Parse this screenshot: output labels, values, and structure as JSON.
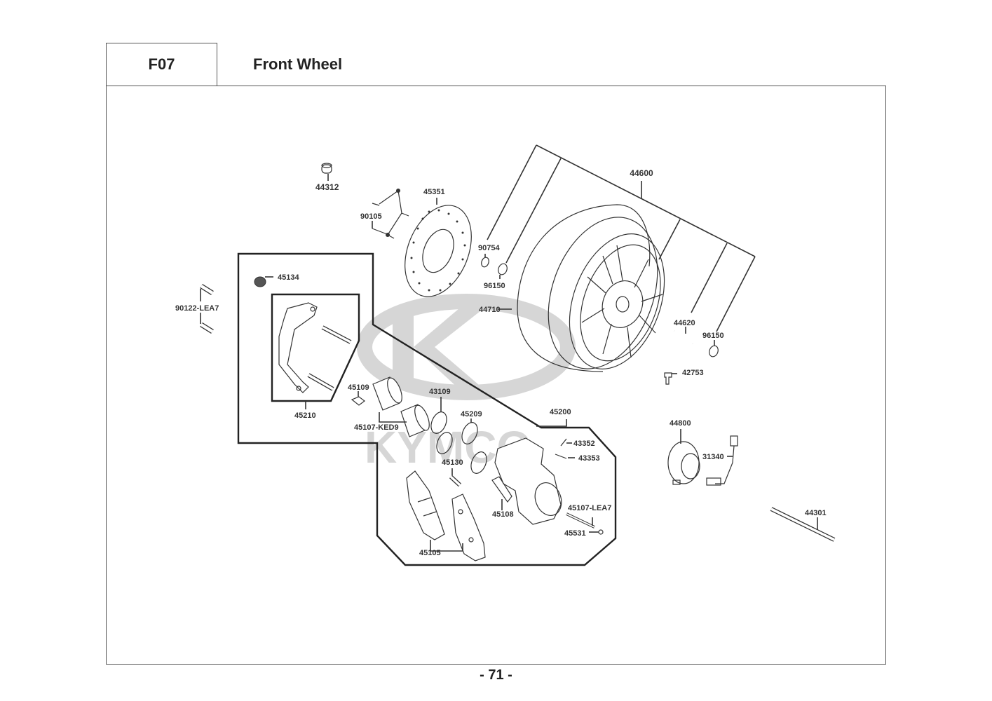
{
  "header": {
    "section_code": "F07",
    "title": "Front Wheel"
  },
  "watermark": {
    "brand_text": "KYMCO",
    "color": "#d6d6d6"
  },
  "parts": {
    "p44312": "44312",
    "p90105": "90105",
    "p45351": "45351",
    "p44600": "44600",
    "p90754": "90754",
    "p96150_a": "96150",
    "p44710": "44710",
    "p44620": "44620",
    "p96150_b": "96150",
    "p42753": "42753",
    "p90122": "90122-LEA7",
    "p45134": "45134",
    "p45210": "45210",
    "p45109": "45109",
    "p45107_ked9": "45107-KED9",
    "p43109": "43109",
    "p45209": "45209",
    "p45130": "45130",
    "p45200": "45200",
    "p43352": "43352",
    "p43353": "43353",
    "p45108": "45108",
    "p45107_lea7": "45107-LEA7",
    "p45531": "45531",
    "p45105": "45105",
    "p44800": "44800",
    "p31340": "31340",
    "p44301": "44301"
  },
  "footer": {
    "page_number": "- 71 -"
  }
}
